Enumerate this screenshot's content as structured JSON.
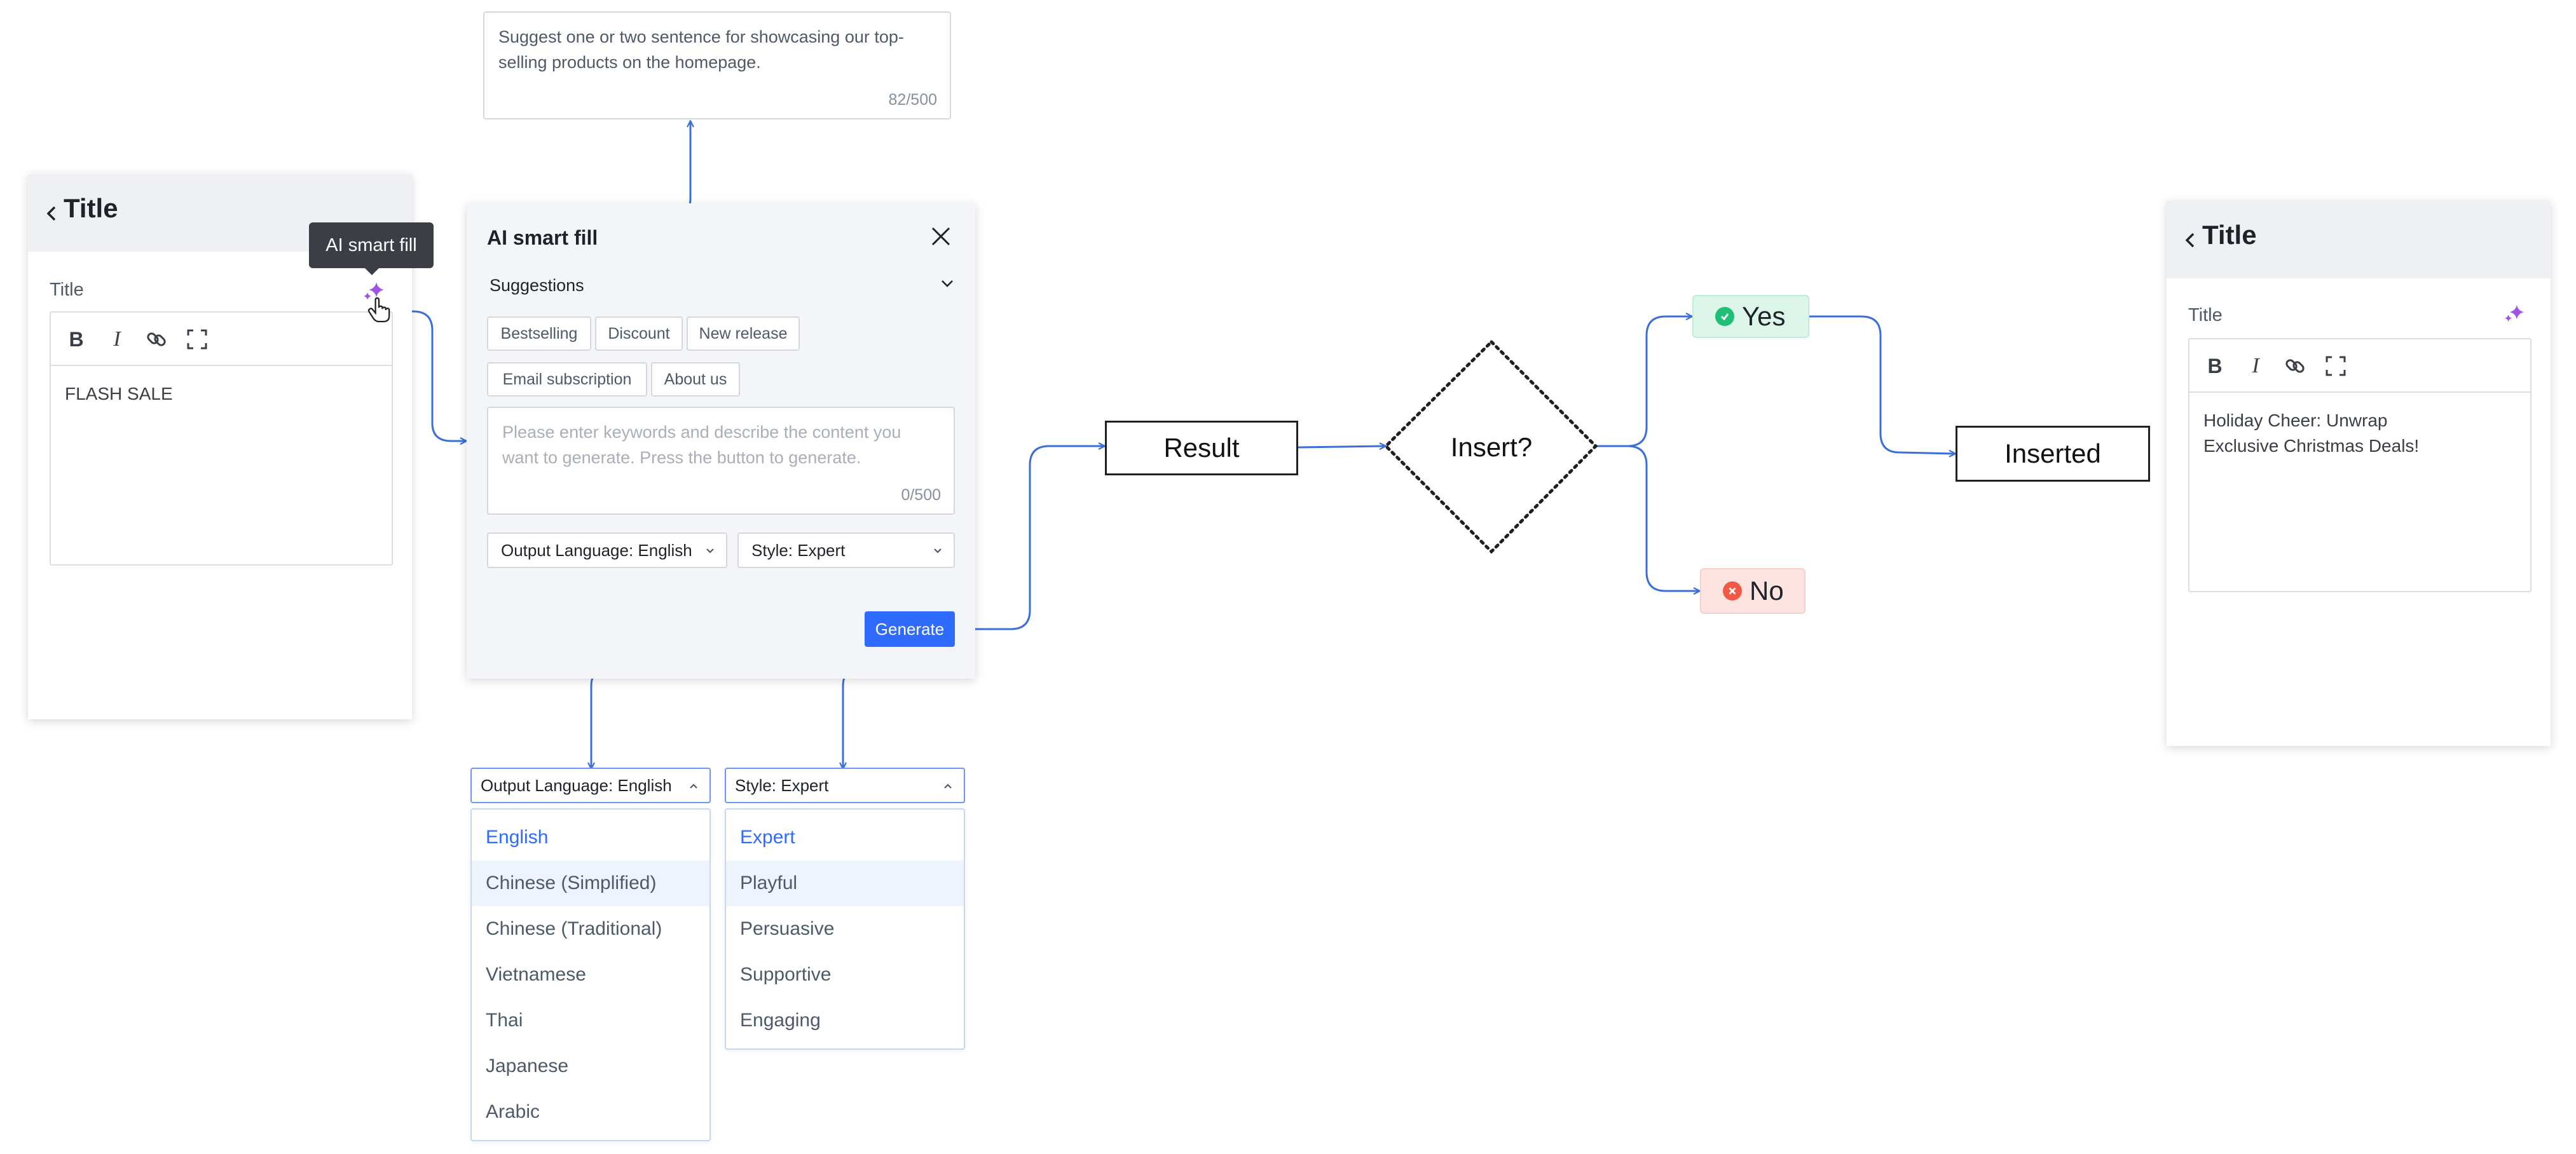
{
  "left_card": {
    "header_title": "Title",
    "field_label": "Title",
    "content": "FLASH SALE"
  },
  "tooltip": {
    "text": "AI smart fill"
  },
  "prompt_box": {
    "text": "Suggest one or two sentence for showcasing our top-selling products on the homepage.",
    "counter": "82/500"
  },
  "ai_panel": {
    "title": "AI smart fill",
    "suggestions_label": "Suggestions",
    "chips": [
      "Bestselling",
      "Discount",
      "New release",
      "Email subscription",
      "About us"
    ],
    "placeholder": "Please enter keywords and describe the content you want to generate. Press the button to generate.",
    "counter": "0/500",
    "language_select": "Output Language: English",
    "style_select": "Style: Expert",
    "generate_label": "Generate"
  },
  "language_dropdown": {
    "trigger": "Output Language: English",
    "options": [
      "English",
      "Chinese (Simplified)",
      "Chinese (Traditional)",
      "Vietnamese",
      "Thai",
      "Japanese",
      "Arabic"
    ],
    "selected": "English",
    "hovered": "Chinese (Simplified)"
  },
  "style_dropdown": {
    "trigger": "Style: Expert",
    "options": [
      "Expert",
      "Playful",
      "Persuasive",
      "Supportive",
      "Engaging"
    ],
    "selected": "Expert",
    "hovered": "Playful"
  },
  "flow": {
    "result_label": "Result",
    "decision_label": "Insert?",
    "yes_label": "Yes",
    "no_label": "No",
    "inserted_label": "Inserted"
  },
  "right_card": {
    "header_title": "Title",
    "field_label": "Title",
    "content_line1": "Holiday Cheer: Unwrap",
    "content_line2": "Exclusive Christmas Deals!"
  },
  "icons": {
    "back": "chevron-left-icon",
    "sparkle": "sparkle-icon",
    "bold": "bold-icon",
    "italic": "italic-icon",
    "link": "link-icon",
    "fullscreen": "fullscreen-icon",
    "close": "close-icon",
    "cursor": "hand-pointer-icon",
    "check": "check-circle-icon",
    "error": "close-circle-icon"
  },
  "colors": {
    "accent": "#2f6bff",
    "connector": "#3a6fd8",
    "sparkle": "#a052e8",
    "yes_bg": "#dcf7e9",
    "yes_icon": "#1fbf75",
    "no_bg": "#fde4e1",
    "no_icon": "#f05a44"
  }
}
